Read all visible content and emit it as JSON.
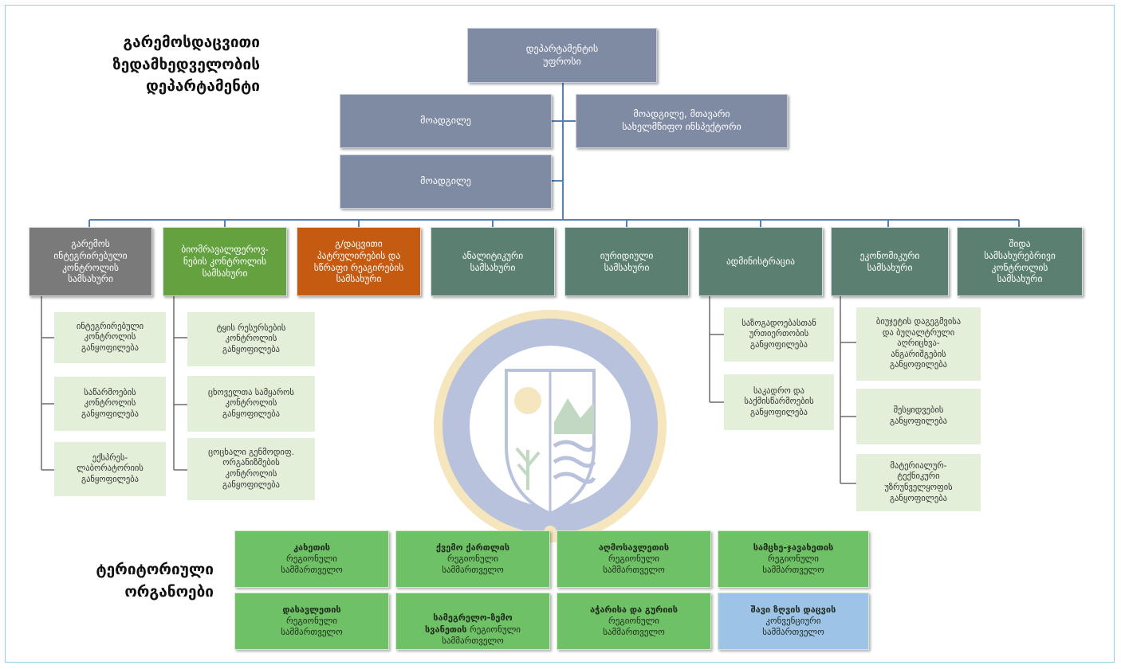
{
  "title": "გარემოსდაცვითი\nზედამხედველობის\nდეპარტამენტი",
  "head": "დეპარტამენტის\nუფროსი",
  "deputies": [
    "მოადგილე",
    "მოადგილე, მთავარი\nსახელმწიფო ინსპექტორი",
    "მოადგილე"
  ],
  "services": [
    "გარემოს\nინტეგრირებული\nკონტროლის\nსამსახური",
    "ბიომრავალფეროვ-\nნების კონტროლის\nსამსახური",
    "გ/დაცვითი\nპატრულირების და\nსწრაფი რეაგირების\nსამსახური",
    "ანალიტიკური\nსამსახური",
    "იურიდიული\nსამსახური",
    "ადმინისტრაცია",
    "ეკონომიკური\nსამსახური",
    "შიდა\nსამსახურებრივი\nკონტროლის\nსამსახური"
  ],
  "divisions": {
    "integrated": [
      "ინტეგრირებული\nკონტროლის\nგანყოფილება",
      "საწარმოების\nკონტროლის\nგანყოფილება",
      "ექსპრეს-\nლაბორატორიის\nგანყოფილება"
    ],
    "biodiversity": [
      "ტყის რესურსების\nკონტროლის\nგანყოფილება",
      "ცხოველთა სამყაროს\nკონტროლის\nგანყოფილება",
      "ცოცხალი გენმოდიფ.\nორგანიზმების\nკონტროლის\nგანყოფილება"
    ],
    "administration": [
      "საზოგადოებასთან\nურთიერთობის\nგანყოფილება",
      "საკადრო და\nსაქმისწარმოების\nგანყოფილება"
    ],
    "economic": [
      "ბიუჯეტის დაგეგმვისა\nდა ბუღალტრული\nაღრიცხვა-\nანგარიშგების\nგანყოფილება",
      "შესყიდვების\nგანყოფილება",
      "მატერიალურ-\nტექნიკური\nუზრუნველყოფის\nგანყოფილება"
    ]
  },
  "territorial_title": "ტერიტორიული\nორგანოები",
  "regions": [
    {
      "name": "კახეთის",
      "rest": "რეგიონული\nსამმართველო"
    },
    {
      "name": "ქვემო ქართლის",
      "rest": "რეგიონული\nსამმართველო"
    },
    {
      "name": "აღმოსავლეთის",
      "rest": "რეგიონული\nსამმართველო"
    },
    {
      "name": "სამცხე-ჯავახეთის",
      "rest": "რეგიონული\nსამმართველო"
    },
    {
      "name": "დასავლეთის",
      "rest": "რეგიონული\nსამმართველო"
    },
    {
      "name": "სამეგრელო-ზემო\nსვანეთის",
      "rest": " რეგიონული\nსამმართველო"
    },
    {
      "name": "აჭარისა და გურიის",
      "rest": "რეგიონული\nსამმართველო"
    },
    {
      "name": "შავი ზღვის დაცვის",
      "rest": "კონვენციური\nსამმართველო"
    }
  ],
  "colors": {
    "exec": "#7f8aa3",
    "teal": "#5b8072",
    "gray": "#7a7a7a",
    "green": "#64a13f",
    "orange": "#c55a11",
    "division": "#e3efd9",
    "region": "#6fc165",
    "region_blue": "#9dc3e6",
    "connector": "#4f81bd"
  },
  "emblem_icon": "supervision-emblem-icon"
}
